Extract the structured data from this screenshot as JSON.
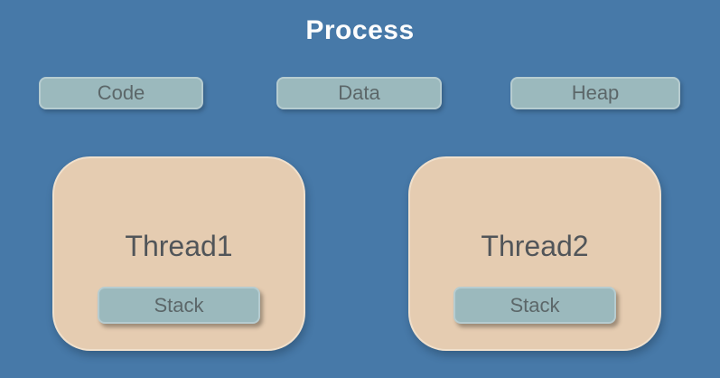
{
  "title": "Process",
  "colors": {
    "background": "#4779a8",
    "title_text": "#fdfdfd",
    "block_fill": "#9bb9bd",
    "block_border": "#b6ccd0",
    "block_text": "#5c6769",
    "thread_fill": "#e5ccb1",
    "thread_text": "#515559"
  },
  "memory_blocks": [
    {
      "label": "Code"
    },
    {
      "label": "Data"
    },
    {
      "label": "Heap"
    }
  ],
  "threads": [
    {
      "label": "Thread1",
      "stack_label": "Stack"
    },
    {
      "label": "Thread2",
      "stack_label": "Stack"
    }
  ]
}
